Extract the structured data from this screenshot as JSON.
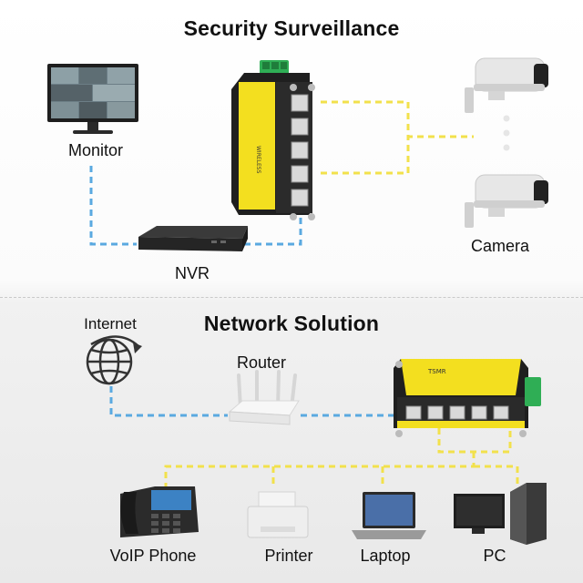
{
  "sections": {
    "top_title": "Security Surveillance",
    "bottom_title": "Network Solution"
  },
  "labels": {
    "monitor": "Monitor",
    "camera": "Camera",
    "nvr": "NVR",
    "internet": "Internet",
    "router": "Router",
    "voip_phone": "VoIP Phone",
    "printer": "Printer",
    "laptop": "Laptop",
    "pc": "PC"
  },
  "colors": {
    "poe_link": "#f2e14c",
    "data_link": "#5aa9e0",
    "switch_accent": "#f3df1f",
    "switch_body": "#262626",
    "terminal": "#2fae55"
  },
  "icons": {
    "monitor": "monitor-icon",
    "camera": "camera-icon",
    "nvr": "nvr-icon",
    "internet": "globe-icon",
    "router": "router-icon",
    "phone": "voip-phone-icon",
    "printer": "printer-icon",
    "laptop": "laptop-icon",
    "pc": "pc-icon",
    "switch": "industrial-switch-icon"
  }
}
